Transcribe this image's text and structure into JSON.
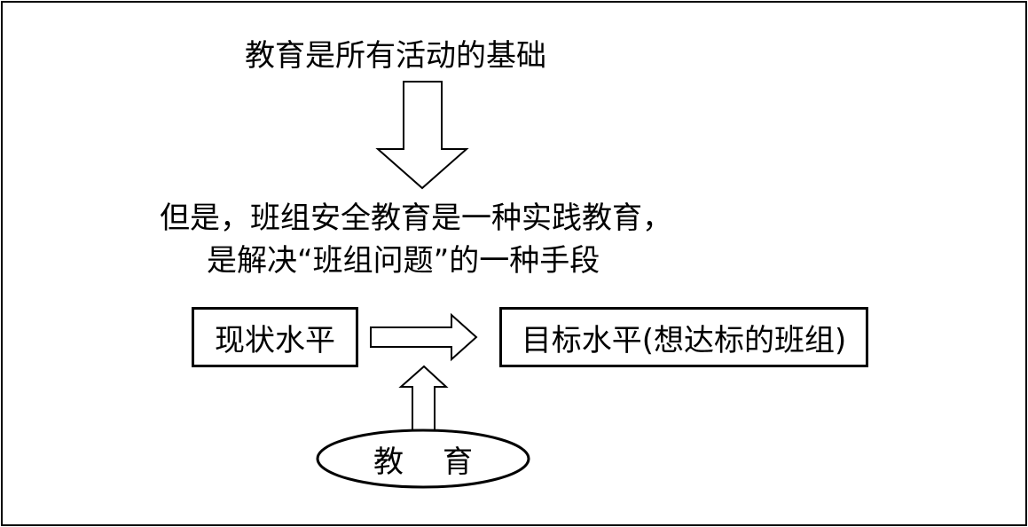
{
  "diagram": {
    "top_statement": "教育是所有活动的基础",
    "statement_line1": "但是，班组安全教育是一种实践教育，",
    "statement_line2": "是解决“班组问题”的一种手段",
    "current_state_box": "现状水平",
    "target_state_box": "目标水平(想达标的班组)",
    "education_node": {
      "char1": "教",
      "char2": "育"
    },
    "stroke_color": "#000000",
    "fill_color": "#ffffff"
  }
}
